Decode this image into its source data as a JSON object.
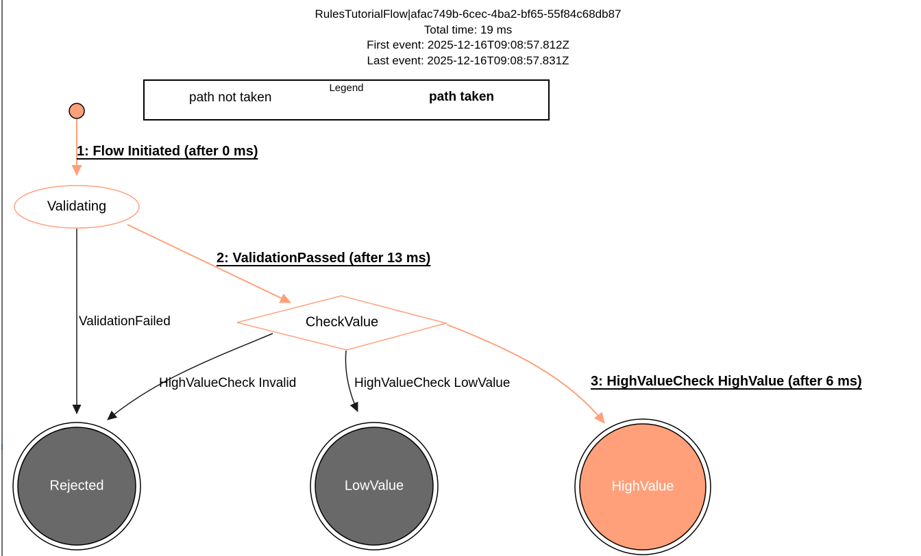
{
  "header": {
    "title": "RulesTutorialFlow|afac749b-6cec-4ba2-bf65-55f84c68db87",
    "total_time": "Total time: 19 ms",
    "first_event": "First event: 2025-12-16T09:08:57.812Z",
    "last_event": "Last event: 2025-12-16T09:08:57.831Z"
  },
  "legend": {
    "title": "Legend",
    "not_taken_label": "path not taken",
    "taken_label": "path taken"
  },
  "nodes": {
    "validating": {
      "label": "Validating",
      "shape": "ellipse"
    },
    "checkvalue": {
      "label": "CheckValue",
      "shape": "diamond"
    },
    "rejected": {
      "label": "Rejected",
      "shape": "terminal-circle"
    },
    "lowvalue": {
      "label": "LowValue",
      "shape": "terminal-circle"
    },
    "highvalue": {
      "label": "HighValue",
      "shape": "terminal-circle"
    }
  },
  "edges": {
    "flow_initiated": {
      "label": "1: Flow Initiated (after 0 ms)",
      "taken": true
    },
    "validation_passed": {
      "label": "2: ValidationPassed (after 13 ms)",
      "taken": true
    },
    "validation_failed": {
      "label": "ValidationFailed",
      "taken": false
    },
    "hvc_invalid": {
      "label": "HighValueCheck Invalid",
      "taken": false
    },
    "hvc_lowvalue": {
      "label": "HighValueCheck LowValue",
      "taken": false
    },
    "hvc_highvalue": {
      "label": "3: HighValueCheck HighValue (after 6 ms)",
      "taken": true
    }
  },
  "colors": {
    "path_taken": "#FFA07A",
    "path_not_taken": "#1a1a1a",
    "terminal_fill": "#696969",
    "terminal_taken_fill": "#FFA07A",
    "terminal_text": "#ffffff",
    "left_border": "#6b6b6b",
    "left_border_marker": "#3d5a78"
  }
}
